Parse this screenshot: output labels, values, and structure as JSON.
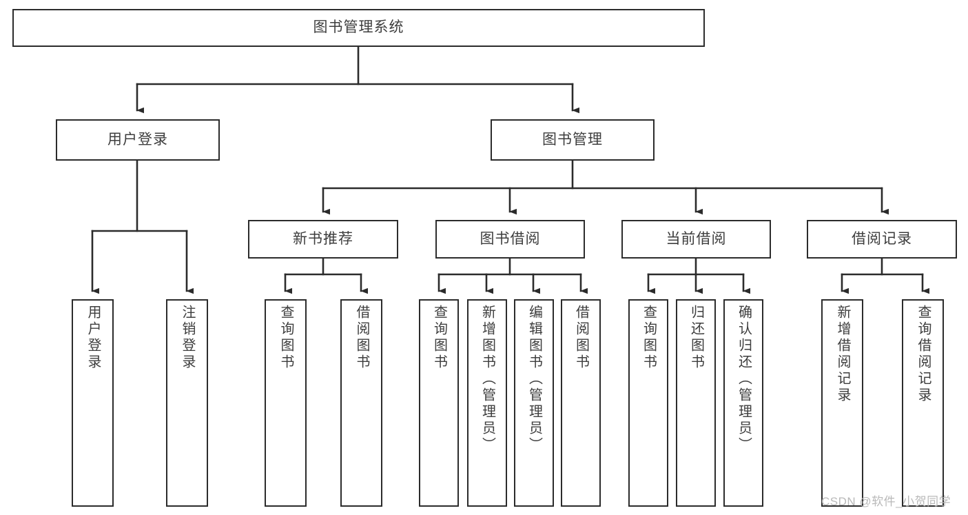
{
  "diagram": {
    "type": "tree",
    "title": "图书管理系统",
    "root": {
      "label": "图书管理系统"
    },
    "level2": [
      {
        "label": "用户登录"
      },
      {
        "label": "图书管理"
      }
    ],
    "level3": [
      {
        "label": "新书推荐"
      },
      {
        "label": "图书借阅"
      },
      {
        "label": "当前借阅"
      },
      {
        "label": "借阅记录"
      }
    ],
    "leaves": [
      {
        "label": "用户登录",
        "parent": "用户登录"
      },
      {
        "label": "注销登录",
        "parent": "用户登录"
      },
      {
        "label": "查询图书",
        "parent": "新书推荐"
      },
      {
        "label": "借阅图书",
        "parent": "新书推荐"
      },
      {
        "label": "查询图书",
        "parent": "图书借阅"
      },
      {
        "label": "新增图书（管理员）",
        "parent": "图书借阅"
      },
      {
        "label": "编辑图书（管理员）",
        "parent": "图书借阅"
      },
      {
        "label": "借阅图书",
        "parent": "图书借阅"
      },
      {
        "label": "查询图书",
        "parent": "当前借阅"
      },
      {
        "label": "归还图书",
        "parent": "当前借阅"
      },
      {
        "label": "确认归还（管理员）",
        "parent": "当前借阅"
      },
      {
        "label": "新增借阅记录",
        "parent": "借阅记录"
      },
      {
        "label": "查询借阅记录",
        "parent": "借阅记录"
      }
    ],
    "watermark": "CSDN @软件_小贺同学",
    "colors": {
      "stroke": "#2b2b2b",
      "text": "#3d3d3d",
      "background": "#ffffff",
      "watermark": "#b9b9b9"
    }
  }
}
